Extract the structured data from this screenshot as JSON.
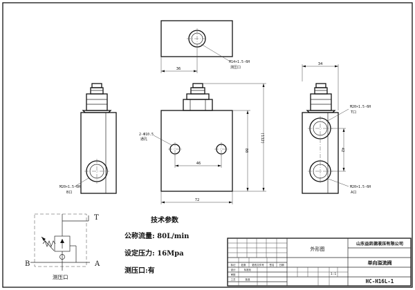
{
  "views": {
    "top": {
      "dim_width": "36",
      "thread_label": "M14×1.5-6H",
      "port_label": "测压口"
    },
    "left": {
      "thread_label": "M20×1.5-6H",
      "port_label": "B口"
    },
    "front": {
      "hole_label": "2-Φ10.5",
      "hole_label2": "通孔",
      "dim_hole_spacing": "46",
      "dim_height": "80",
      "dim_overall_height": "(112)",
      "dim_width": "72"
    },
    "right": {
      "dim_width": "34",
      "dim_port_spacing": "42",
      "thread_top": "M20×1.5-6H",
      "port_top": "T口",
      "thread_bottom": "M20×1.5-6H",
      "port_bottom": "A口"
    }
  },
  "schematic": {
    "port_t": "T",
    "port_a": "A",
    "port_b": "B",
    "pressure_port": "测压口"
  },
  "specs": {
    "title": "技术参数",
    "flow": "公称流量: 80L/min",
    "pressure": "设定压力: 16Mpa",
    "port": "测压口:有"
  },
  "title_block": {
    "drawing_type": "外形图",
    "company": "山东益凯德液压有限公司",
    "part_name": "单向溢流阀",
    "part_number": "HC-H16L-1",
    "scale": "1:1",
    "header_cells": [
      "标记",
      "处数",
      "更改文件号",
      "签名",
      "日期"
    ],
    "role_cells": [
      "设计",
      "标准化",
      "审核",
      "工艺",
      "批准"
    ]
  }
}
